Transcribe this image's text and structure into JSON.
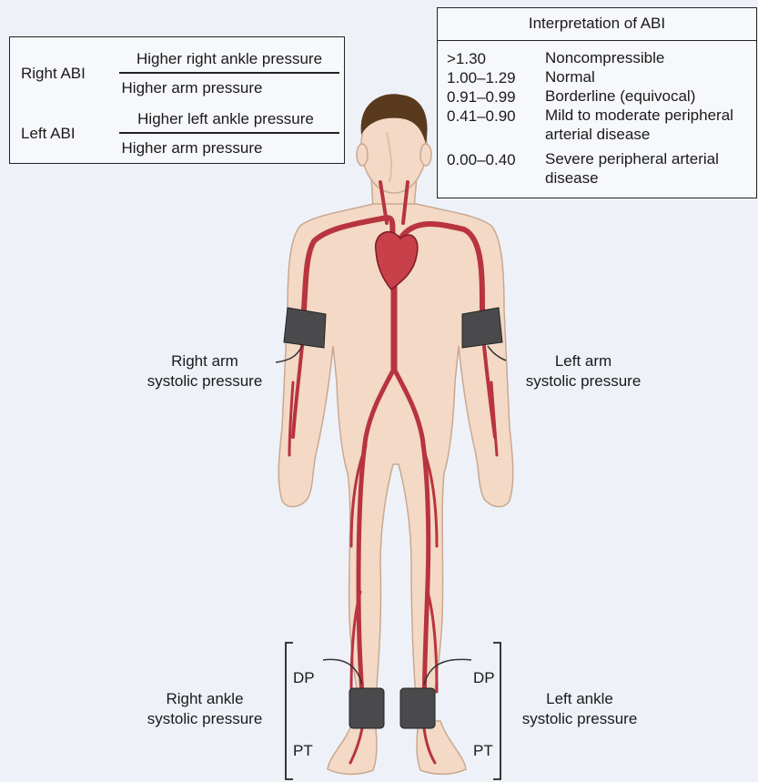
{
  "formula": {
    "right_label": "Right ABI",
    "right_numerator": "Higher right ankle pressure",
    "right_denominator": "Higher arm pressure",
    "left_label": "Left ABI",
    "left_numerator": "Higher left ankle pressure",
    "left_denominator": "Higher arm pressure"
  },
  "interpretation": {
    "title": "Interpretation of ABI",
    "rows": [
      {
        "range": ">1.30",
        "desc": "Noncompressible"
      },
      {
        "range": "1.00–1.29",
        "desc": "Normal"
      },
      {
        "range": "0.91–0.99",
        "desc": "Borderline (equivocal)"
      },
      {
        "range": "0.41–0.90",
        "desc": "Mild to moderate peripheral arterial disease"
      },
      {
        "range": "0.00–0.40",
        "desc": "Severe peripheral arterial disease"
      }
    ]
  },
  "labels": {
    "right_arm_1": "Right arm",
    "right_arm_2": "systolic pressure",
    "left_arm_1": "Left arm",
    "left_arm_2": "systolic pressure",
    "right_ankle_1": "Right ankle",
    "right_ankle_2": "systolic pressure",
    "left_ankle_1": "Left ankle",
    "left_ankle_2": "systolic pressure",
    "dp_right": "DP",
    "pt_right": "PT",
    "dp_left": "DP",
    "pt_left": "PT"
  },
  "colors": {
    "skin": "#f3d9c6",
    "skin_outline": "#c9a890",
    "artery": "#b8343f",
    "artery_outline": "#7a1a22",
    "cuff": "#4a4a4c",
    "hair": "#5a3a1e",
    "heart": "#c8404a"
  }
}
